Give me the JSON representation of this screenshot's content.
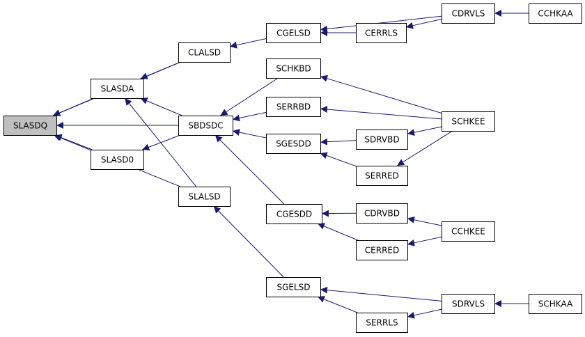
{
  "graph": {
    "root": "SLASDQ",
    "nodes": {
      "slasdq": "SLASDQ",
      "slasda": "SLASDA",
      "slasd0": "SLASD0",
      "clalsd": "CLALSD",
      "sbdsdc": "SBDSDC",
      "slalsd": "SLALSD",
      "cgelsd": "CGELSD",
      "cerrls": "CERRLS",
      "cdrvls": "CDRVLS",
      "cchkaa": "CCHKAA",
      "schkbd": "SCHKBD",
      "serrbd": "SERRBD",
      "sgesdd": "SGESDD",
      "sdrvbd": "SDRVBD",
      "serred": "SERRED",
      "schkee": "SCHKEE",
      "cgesdd": "CGESDD",
      "cdrvbd": "CDRVBD",
      "cerred": "CERRED",
      "cchkee": "CCHKEE",
      "sgelsd": "SGELSD",
      "serrls": "SERRLS",
      "sdrvls": "SDRVLS",
      "schkaa": "SCHKAA"
    },
    "edges": [
      [
        "slasda",
        "slasdq"
      ],
      [
        "clalsd",
        "slasdq"
      ],
      [
        "sbdsdc",
        "slasdq"
      ],
      [
        "slasd0",
        "slasdq"
      ],
      [
        "slalsd",
        "slasdq"
      ],
      [
        "clalsd",
        "slasda"
      ],
      [
        "sbdsdc",
        "slasda"
      ],
      [
        "slalsd",
        "slasda"
      ],
      [
        "sbdsdc",
        "slasd0"
      ],
      [
        "cgelsd",
        "clalsd"
      ],
      [
        "schkbd",
        "sbdsdc"
      ],
      [
        "serrbd",
        "sbdsdc"
      ],
      [
        "sgesdd",
        "sbdsdc"
      ],
      [
        "cgesdd",
        "sbdsdc"
      ],
      [
        "sgelsd",
        "slalsd"
      ],
      [
        "cdrvls",
        "cgelsd"
      ],
      [
        "cerrls",
        "cgelsd"
      ],
      [
        "cdrvls",
        "cerrls"
      ],
      [
        "cchkaa",
        "cdrvls"
      ],
      [
        "schkee",
        "schkbd"
      ],
      [
        "schkee",
        "serrbd"
      ],
      [
        "sdrvbd",
        "sgesdd"
      ],
      [
        "serred",
        "sgesdd"
      ],
      [
        "schkee",
        "sdrvbd"
      ],
      [
        "schkee",
        "serred"
      ],
      [
        "cdrvbd",
        "cgesdd"
      ],
      [
        "cerred",
        "cgesdd"
      ],
      [
        "cchkee",
        "cdrvbd"
      ],
      [
        "cchkee",
        "cerred"
      ],
      [
        "sdrvls",
        "sgelsd"
      ],
      [
        "serrls",
        "sgelsd"
      ],
      [
        "sdrvls",
        "serrls"
      ],
      [
        "schkaa",
        "sdrvls"
      ]
    ],
    "colors": {
      "edge": "#191970",
      "root_fill": "#bfbfbf",
      "node_fill": "#ffffff",
      "node_border": "#000000"
    }
  }
}
